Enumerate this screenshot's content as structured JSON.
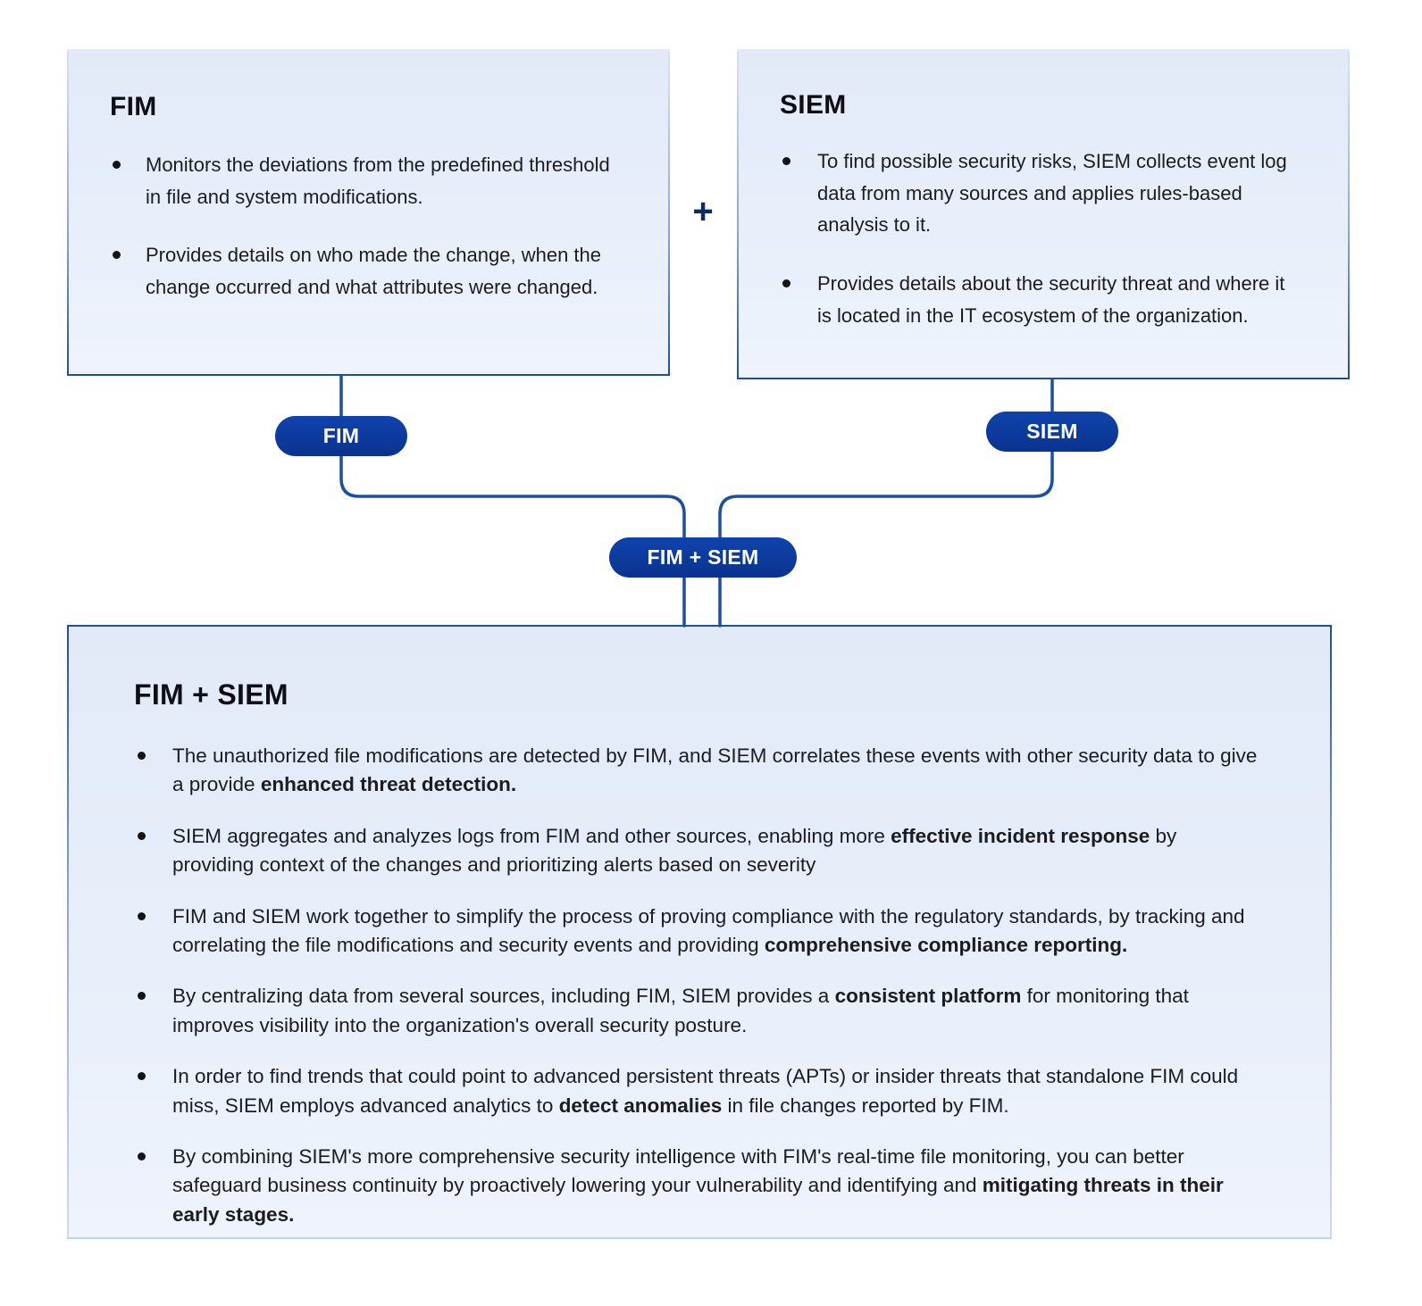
{
  "colors": {
    "accent_dark_blue": "#0a338f",
    "pill_blue": "#0f43ad",
    "border_blue": "#1b4fa5",
    "panel_bg_top": "#e2eaf8",
    "panel_bg_bottom": "#eef3fc",
    "text_dark": "#1c1c20"
  },
  "plus_sign": "+",
  "fim_box": {
    "title": "FIM",
    "bullets": [
      "Monitors the deviations from the predefined threshold in file and system modifications.",
      "Provides details on who made the change, when the change occurred and what attributes were changed."
    ]
  },
  "siem_box": {
    "title": "SIEM",
    "bullets": [
      "To find possible security risks, SIEM collects event log data from many sources and applies rules-based analysis to it.",
      "Provides details about the security threat and where it is located in the IT ecosystem of the organization."
    ]
  },
  "pills": {
    "fim": "FIM",
    "siem": "SIEM",
    "combined": "FIM + SIEM"
  },
  "combined_box": {
    "title": "FIM + SIEM",
    "bullets": [
      {
        "segments": [
          {
            "t": "The unauthorized file modifications are detected by FIM, and SIEM correlates these events with other security data to give a provide ",
            "b": false
          },
          {
            "t": "enhanced threat detection.",
            "b": true
          }
        ]
      },
      {
        "segments": [
          {
            "t": "SIEM aggregates and analyzes logs from FIM and other sources, enabling more ",
            "b": false
          },
          {
            "t": "effective incident response",
            "b": true
          },
          {
            "t": " by providing context of the changes and prioritizing alerts based on severity",
            "b": false
          }
        ]
      },
      {
        "segments": [
          {
            "t": " FIM and SIEM work together to simplify the process of proving compliance with the regulatory standards, by tracking and correlating the file modifications and security events and providing ",
            "b": false
          },
          {
            "t": "comprehensive compliance reporting.",
            "b": true
          }
        ]
      },
      {
        "segments": [
          {
            "t": "By centralizing data from several sources, including FIM, SIEM provides a ",
            "b": false
          },
          {
            "t": "consistent platform",
            "b": true
          },
          {
            "t": " for monitoring that improves visibility into the organization's overall security posture.",
            "b": false
          }
        ]
      },
      {
        "segments": [
          {
            "t": "In order to find trends that could point to advanced persistent threats (APTs) or insider threats that standalone FIM could miss, SIEM employs advanced analytics to ",
            "b": false
          },
          {
            "t": "detect anomalies",
            "b": true
          },
          {
            "t": " in file changes reported by FIM.",
            "b": false
          }
        ]
      },
      {
        "segments": [
          {
            "t": "By combining SIEM's more comprehensive security intelligence with FIM's real-time file monitoring, you can better safeguard business continuity by proactively lowering your vulnerability and identifying and ",
            "b": false
          },
          {
            "t": "mitigating threats in their early stages.",
            "b": true
          }
        ]
      }
    ]
  }
}
